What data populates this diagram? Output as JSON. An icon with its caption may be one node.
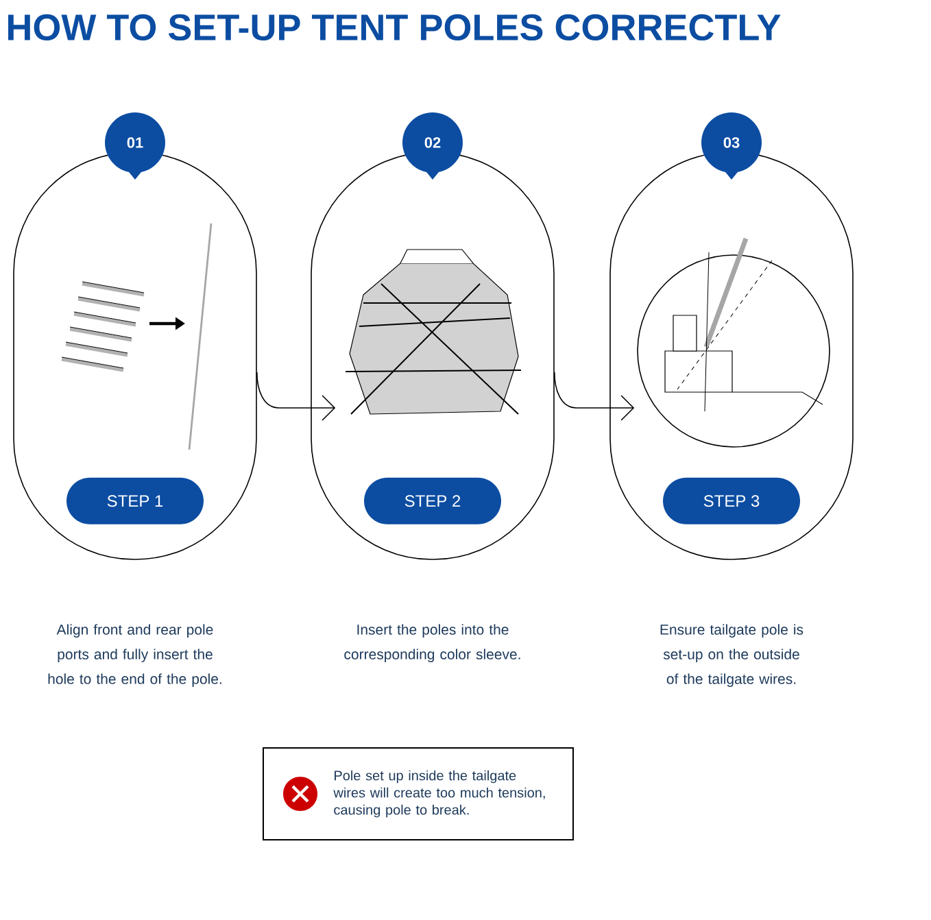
{
  "diagram": {
    "title": "HOW TO SET-UP TENT POLES CORRECTLY",
    "nodes": [
      {
        "text": [],
        "shape": "box"
      },
      {
        "text": [
          "01"
        ]
      },
      {
        "text": [
          "STEP 1"
        ],
        "in": 0
      },
      {
        "text": [],
        "shape": "box"
      },
      {
        "text": [
          "02"
        ]
      },
      {
        "text": [
          "STEP 2"
        ],
        "in": 3
      },
      {
        "text": [],
        "shape": "box"
      },
      {
        "text": [
          "03"
        ]
      },
      {
        "text": [
          "STEP 3"
        ],
        "in": 6
      },
      {
        "text": [
          "Pole set up inside the tailgate wires will create too much tension, causing pole to break."
        ]
      }
    ],
    "edges": [
      {
        "from": 0,
        "to": 3,
        "arrow": "to"
      },
      {
        "from": 3,
        "to": 6,
        "arrow": "to"
      }
    ],
    "labels": [
      "Align front and rear pole ports and fully insert the hole to the end of the pole.",
      "Insert the poles into the corresponding color sleeve.",
      "Ensure tailgate pole is set-up on the outside of the tailgate wires."
    ]
  }
}
